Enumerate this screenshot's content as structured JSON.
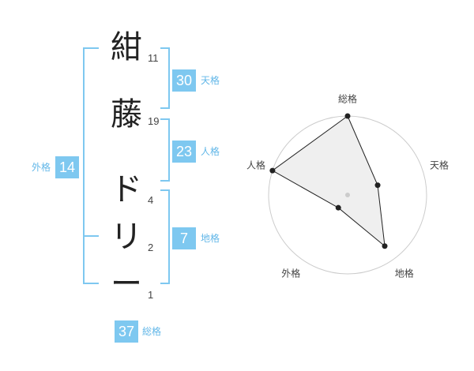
{
  "name_chars": [
    {
      "char": "紺",
      "strokes": "11"
    },
    {
      "char": "藤",
      "strokes": "19"
    },
    {
      "char": "ド",
      "strokes": "4"
    },
    {
      "char": "リ",
      "strokes": "2"
    },
    {
      "char": "ー",
      "strokes": "1"
    }
  ],
  "fortunes": {
    "tenkaku": {
      "value": "30",
      "label": "天格"
    },
    "jinkaku": {
      "value": "23",
      "label": "人格"
    },
    "chikaku": {
      "value": "7",
      "label": "地格"
    },
    "gaikaku": {
      "value": "14",
      "label": "外格"
    },
    "soukaku": {
      "value": "37",
      "label": "総格"
    }
  },
  "chart_data": {
    "type": "radar",
    "axes": [
      "総格",
      "天格",
      "地格",
      "外格",
      "人格"
    ],
    "values": [
      5,
      2,
      4,
      1,
      5
    ],
    "scale_max": 5,
    "rings": 5
  },
  "colors": {
    "accent": "#7ec8f0",
    "radar_fill": "#ececec",
    "radar_stroke": "#222222",
    "grid": "#cccccc"
  }
}
